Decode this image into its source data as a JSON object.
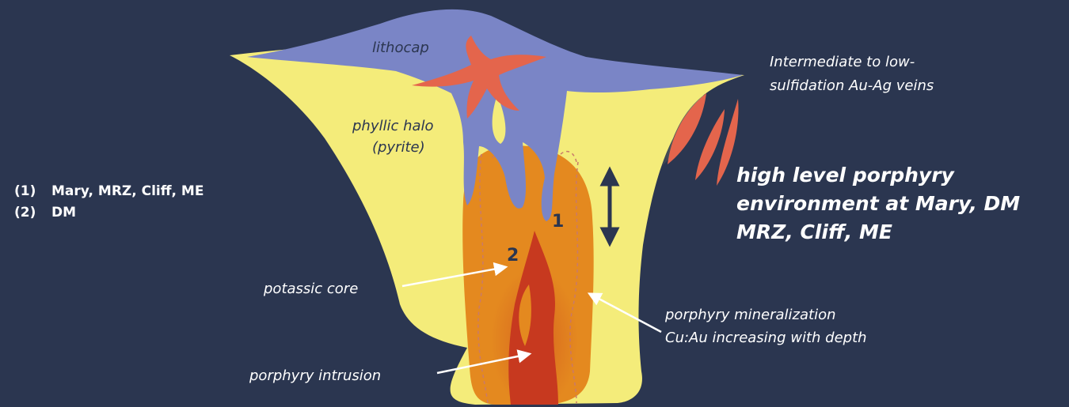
{
  "labels": {
    "lithocap": "lithocap",
    "phyllic_line1": "phyllic halo",
    "phyllic_line2": "(pyrite)",
    "potassic_core": "potassic core",
    "porphyry_intrusion": "porphyry intrusion",
    "mineralization_line1": "porphyry mineralization",
    "mineralization_line2": "Cu:Au increasing with depth",
    "veins_line1": "Intermediate to low-",
    "veins_line2": "sulfidation Au-Ag veins",
    "marker_1": "1",
    "marker_2": "2"
  },
  "legend": [
    {
      "num": "(1)",
      "text": "Mary, MRZ, Cliff, ME"
    },
    {
      "num": "(2)",
      "text": "DM"
    }
  ],
  "headline": [
    "high level porphyry",
    "environment at Mary, DM",
    "MRZ, Cliff, ME"
  ],
  "colors": {
    "background": "#2b3650",
    "phyllic": "#f4ec7a",
    "lithocap": "#7a85c6",
    "veins": "#e4654c",
    "potassic": "#e4891f",
    "intrusion": "#c7391f",
    "text_light": "#ffffff",
    "text_dark": "#2b3650"
  }
}
